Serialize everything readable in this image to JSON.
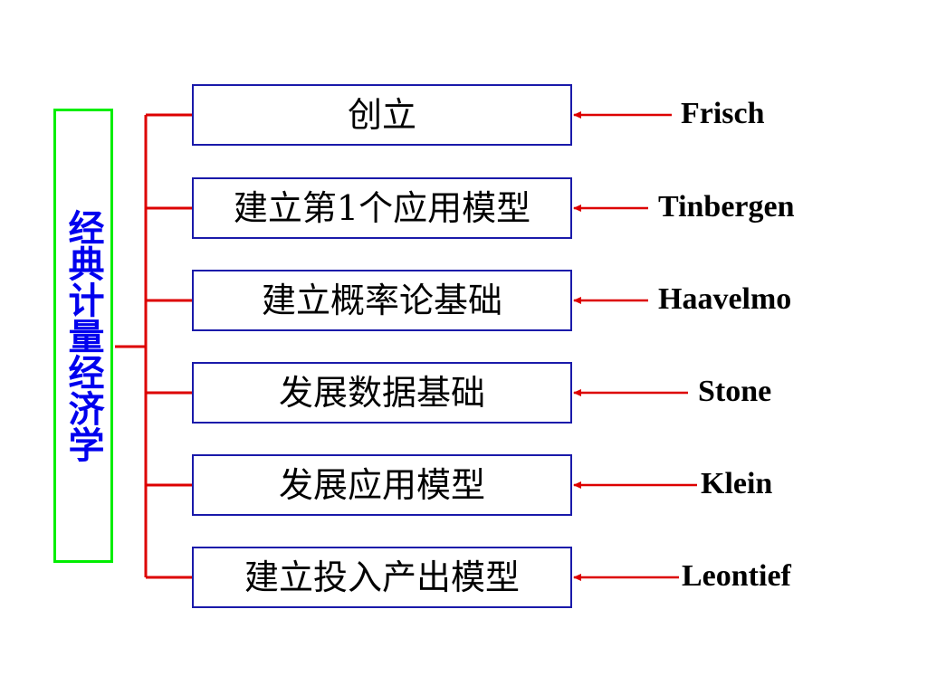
{
  "root": {
    "label": "经典计量经济学"
  },
  "stages": [
    {
      "label": "创立",
      "person": "Frisch"
    },
    {
      "label": "建立第1个应用模型",
      "person": "Tinbergen"
    },
    {
      "label": "建立概率论基础",
      "person": "Haavelmo"
    },
    {
      "label": "发展数据基础",
      "person": "Stone"
    },
    {
      "label": "发展应用模型",
      "person": "Klein"
    },
    {
      "label": "建立投入产出模型",
      "person": "Leontief"
    }
  ],
  "colors": {
    "root_border": "#00ee00",
    "root_text": "#0000ee",
    "stage_border": "#1a1aaa",
    "connector": "#dd0000",
    "label_text": "#000000"
  }
}
